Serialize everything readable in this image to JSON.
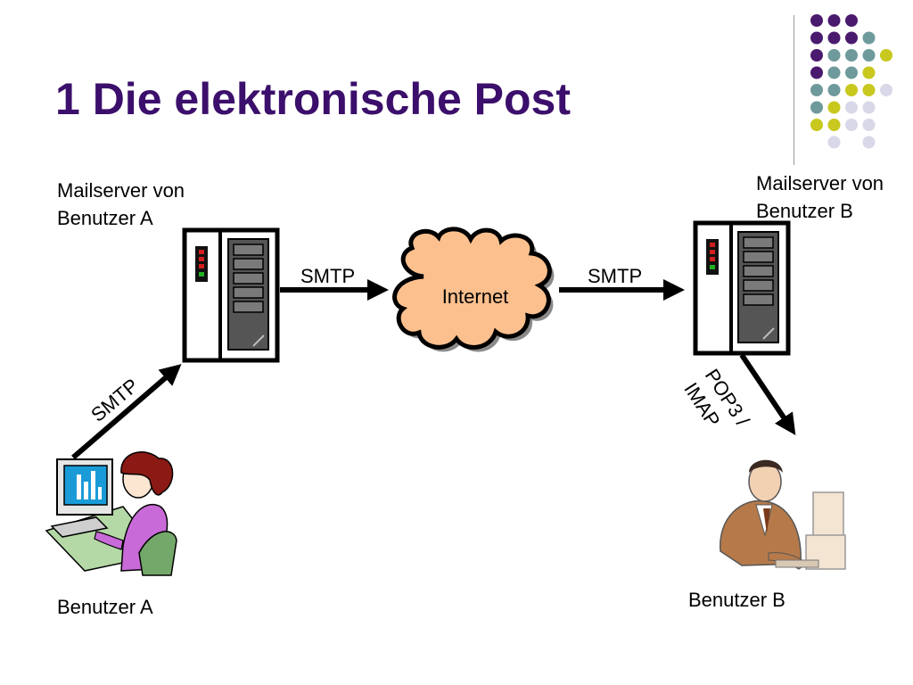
{
  "title": "1 Die elektronische Post",
  "server_a": {
    "label_line1": "Mailserver von",
    "label_line2": "Benutzer A"
  },
  "server_b": {
    "label_line1": "Mailserver von",
    "label_line2": "Benutzer B"
  },
  "cloud_label": "Internet",
  "connections": {
    "a_to_server_a": "SMTP",
    "server_a_to_internet": "SMTP",
    "internet_to_server_b": "SMTP",
    "server_b_to_b_line1": "POP3 /",
    "server_b_to_b_line2": "IMAP"
  },
  "user_a_label": "Benutzer A",
  "user_b_label": "Benutzer B",
  "colors": {
    "title": "#3b0f6b",
    "dot_purple": "#4a1a6e",
    "dot_teal": "#6e9a9b",
    "dot_yellow": "#c8c81e",
    "dot_lavender": "#d8d8e8",
    "cloud_fill": "#fcc08e"
  },
  "dot_pattern": [
    [
      "purple",
      "purple",
      "purple",
      "none",
      "none"
    ],
    [
      "purple",
      "purple",
      "purple",
      "teal",
      "none"
    ],
    [
      "purple",
      "teal",
      "teal",
      "teal",
      "yellow"
    ],
    [
      "purple",
      "teal",
      "teal",
      "yellow",
      "none"
    ],
    [
      "teal",
      "teal",
      "yellow",
      "yellow",
      "lavender"
    ],
    [
      "teal",
      "yellow",
      "lavender",
      "lavender",
      "none"
    ],
    [
      "yellow",
      "yellow",
      "lavender",
      "lavender",
      "none"
    ],
    [
      "none",
      "lavender",
      "none",
      "lavender",
      "none"
    ]
  ]
}
